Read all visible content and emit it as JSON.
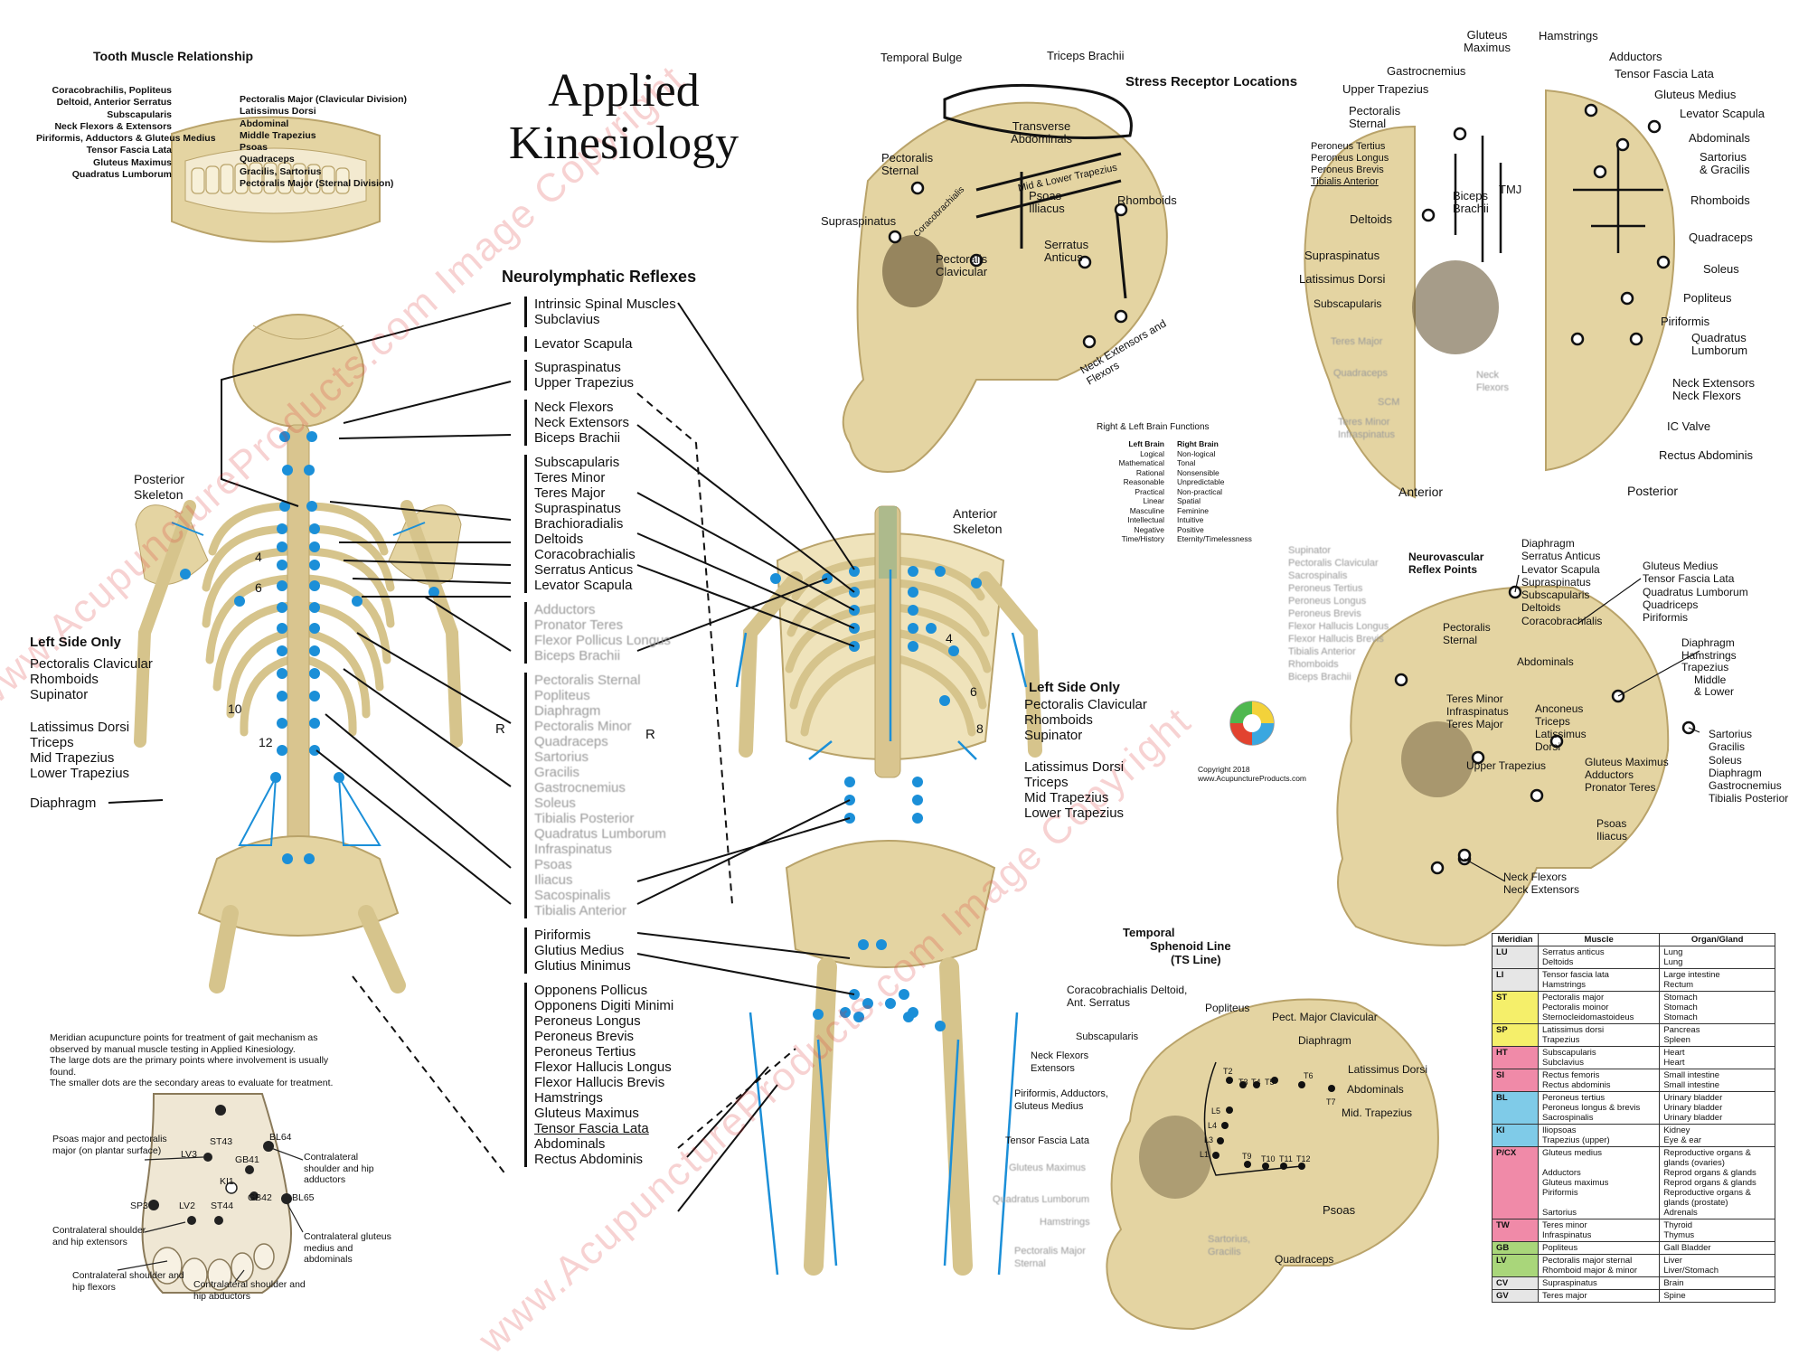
{
  "title": {
    "line1": "Applied",
    "line2": "Kinesiology"
  },
  "tooth": {
    "heading": "Tooth Muscle Relationship",
    "left_labels": [
      "Coracobrachilis, Popliteus",
      "Deltoid, Anterior Serratus",
      "Subscapularis",
      "Neck Flexors & Extensors",
      "Piriformis, Adductors & Gluteus Medius",
      "Tensor Fascia Lata",
      "Gluteus Maximus",
      "Quadratus Lumborum"
    ],
    "right_labels": [
      "Pectoralis Major (Clavicular Division)",
      "Latissimus Dorsi",
      "Abdominal",
      "Middle Trapezius",
      "Psoas",
      "Quadraceps",
      "Gracilis, Sartorius",
      "Pectoralis Major (Sternal Division)"
    ]
  },
  "neurolymphatic": {
    "heading": "Neurolymphatic Reflexes",
    "groups": [
      [
        "Intrinsic Spinal Muscles",
        "Subclavius"
      ],
      [
        "Levator Scapula"
      ],
      [
        "Supraspinatus",
        "Upper Trapezius"
      ],
      [
        "Neck Flexors",
        "Neck Extensors",
        "Biceps Brachii"
      ],
      [
        "Subscapularis",
        "Teres Minor",
        "Teres Major",
        "Supraspinatus",
        "Brachioradialis",
        "Deltoids",
        "Coracobrachialis",
        "Serratus Anticus",
        "Levator Scapula"
      ],
      [
        "Adductors",
        "Pronator Teres",
        "Flexor Pollicus Longus",
        "Biceps Brachii"
      ],
      [
        "Pectoralis Sternal",
        "Popliteus",
        "Diaphragm",
        "Pectoralis Minor",
        "Quadraceps",
        "Sartorius",
        "Gracilis",
        "Gastrocnemius",
        "Soleus",
        "Tibialis Posterior",
        "Quadratus Lumborum",
        "Infraspinatus",
        "Psoas",
        "Iliacus",
        "Sacospinalis",
        "Tibialis Anterior"
      ],
      [
        "Piriformis",
        "Glutius Medius",
        "Glutius Minimus"
      ],
      [
        "Opponens Pollicus",
        "Opponens Digiti Minimi",
        "Peroneus Longus",
        "Peroneus Brevis",
        "Peroneus Tertius",
        "Flexor Hallucis Longus",
        "Flexor Hallucis Brevis",
        "Hamstrings",
        "Gluteus Maximus",
        "Tensor Fascia Lata",
        "Abdominals",
        "Rectus Abdominis"
      ]
    ],
    "r_marker": "R"
  },
  "posterior_skeleton": {
    "label": "Posterior Skeleton",
    "rib_numbers": [
      "4",
      "6",
      "10",
      "12"
    ],
    "left_side_heading": "Left Side Only",
    "left_side_group1": [
      "Pectoralis Clavicular",
      "Rhomboids",
      "Supinator"
    ],
    "left_side_group2": [
      "Latissimus Dorsi",
      "Triceps",
      "Mid Trapezius",
      "Lower Trapezius"
    ],
    "diaphragm": "Diaphragm"
  },
  "anterior_skeleton": {
    "label": "Anterior Skeleton",
    "rib_numbers": [
      "4",
      "6",
      "8"
    ],
    "left_side_heading": "Left Side Only",
    "left_side_group1": [
      "Pectoralis Clavicular",
      "Rhomboids",
      "Supinator"
    ],
    "left_side_group2": [
      "Latissimus Dorsi",
      "Triceps",
      "Mid Trapezius",
      "Lower Trapezius"
    ]
  },
  "stress_receptor": {
    "heading": "Stress Receptor Locations",
    "labels": [
      "Temporal Bulge",
      "Triceps Brachii",
      "Transverse Abdominals",
      "Pectoralis Sternal",
      "Mid & Lower Trapezius",
      "Coracobrachialis",
      "Psoas Illiacus",
      "Rhomboids",
      "Supraspinatus",
      "Pectoralis Clavicular",
      "Serratus Anticus",
      "Neck Extensors and Flexors"
    ]
  },
  "brain_functions": {
    "heading": "Right & Left Brain Functions",
    "left_heading": "Left Brain",
    "right_heading": "Right Brain",
    "left": [
      "Logical",
      "Mathematical",
      "Rational",
      "Reasonable",
      "Practical",
      "Linear",
      "Masculine",
      "Intellectual",
      "Negative",
      "Time/History"
    ],
    "right": [
      "Non-logical",
      "Tonal",
      "Nonsensible",
      "Unpredictable",
      "Non-practical",
      "Spatial",
      "Feminine",
      "Intuitive",
      "Positive",
      "Eternity/Timelessness"
    ]
  },
  "copyright": {
    "line1": "Copyright 2018",
    "line2": "www.AcupunctureProducts.com"
  },
  "anterior_skull": {
    "label": "Anterior",
    "labels": [
      "Gluteus Maximus",
      "Gastrocnemius",
      "Upper Trapezius",
      "Pectoralis Sternal",
      "Peroneus Tertius",
      "Peroneus Longus",
      "Peroneus Brevis",
      "Tibialis Anterior",
      "Biceps Brachii",
      "TMJ",
      "Deltoids",
      "Supraspinatus",
      "Latissimus Dorsi",
      "Subscapularis",
      "Teres Major",
      "Quadraceps",
      "Neck Flexors",
      "SCM",
      "Teres Minor Infraspinatus"
    ]
  },
  "posterior_skull": {
    "label": "Posterior",
    "labels": [
      "Hamstrings",
      "Adductors",
      "Tensor Fascia Lata",
      "Gluteus Medius",
      "Levator Scapula",
      "Abdominals",
      "Sartorius & Gracilis",
      "Rhomboids",
      "Quadraceps",
      "Soleus",
      "Popliteus",
      "Piriformis",
      "Quadratus Lumborum",
      "Neck Extensors Neck Flexors",
      "IC Valve",
      "Rectus Abdominis"
    ]
  },
  "neurovascular": {
    "heading": "Neurovascular Reflex Points",
    "gray_list": [
      "Supinator",
      "Pectoralis Clavicular",
      "Sacrospinalis",
      "Peroneus Tertius",
      "Peroneus Longus",
      "Peroneus Brevis",
      "Flexor Hallucis Longus",
      "Flexor Hallucis Brevis",
      "Tibialis Anterior",
      "Rhomboids",
      "Biceps Brachii"
    ],
    "top_list": [
      "Diaphragm",
      "Serratus Anticus",
      "Levator Scapula",
      "Supraspinatus",
      "Subscapularis",
      "Deltoids",
      "Coracobrachialis"
    ],
    "right_top": [
      "Gluteus Medius",
      "Tensor Fascia Lata",
      "Quadratus Lumborum",
      "Quadriceps",
      "Piriformis"
    ],
    "right_mid": [
      "Diaphragm",
      "Hamstrings",
      "Trapezius",
      "Middle",
      "& Lower"
    ],
    "right_low": [
      "Sartorius",
      "Gracilis",
      "Soleus",
      "Diaphragm",
      "Gastrocnemius",
      "Tibialis Posterior"
    ],
    "inner": [
      "Pectoralis Sternal",
      "Abdominals",
      "Teres Minor Infraspinatus Teres Major",
      "Anconeus Triceps Latissimus Dorsi",
      "Upper Trapezius",
      "Gluteus Maximus Adductors Pronator Teres",
      "Psoas Iliacus",
      "Neck Flexors Neck Extensors"
    ]
  },
  "ts_line": {
    "heading": [
      "Temporal",
      "Sphenoid Line",
      "(TS Line)"
    ],
    "labels": [
      "Coracobrachialis Deltoid, Ant. Serratus",
      "Popliteus",
      "Pect. Major Clavicular",
      "Diaphragm",
      "Latissimus Dorsi",
      "Abdominals",
      "Mid. Trapezius",
      "Subscapularis",
      "Neck Flexors Extensors",
      "Piriformis, Adductors, Gluteus Medius",
      "Tensor Fascia Lata",
      "Gluteus Maximus",
      "Quadratus Lumborum",
      "Hamstrings",
      "Pectoralis Major Sternal",
      "Sartorius, Gracilis",
      "Quadraceps",
      "Psoas"
    ],
    "vertebrae": [
      "T2",
      "T3",
      "T4",
      "T5",
      "T6",
      "T7",
      "L5",
      "L4",
      "L3",
      "L1",
      "T9",
      "T10",
      "T11",
      "T12"
    ]
  },
  "foot": {
    "text": [
      "Meridian acupuncture points for treatment of gait mechanism as",
      "observed by manual muscle testing in Applied Kinesiology.",
      "The large dots are the primary points where involvement is usually",
      "found.",
      "The smaller dots are the secondary areas to evaluate for treatment."
    ],
    "points": [
      "ST43",
      "BL64",
      "LV3",
      "GB41",
      "KI1",
      "GB42",
      "BL65",
      "SP3",
      "LV2",
      "ST44"
    ],
    "labels": [
      "Psoas major and pectoralis major (on plantar surface)",
      "Contralateral shoulder and hip adductors",
      "Contralateral shoulder and hip extensors",
      "Contralateral gluteus medius and abdominals",
      "Contralateral shoulder and hip flexors",
      "Contralateral shoulder and hip abductors"
    ]
  },
  "meridian_table": {
    "headers": [
      "Meridian",
      "Muscle",
      "Organ/Gland"
    ],
    "rows": [
      {
        "code": "LU",
        "color": "#e6e6e6",
        "muscle": "Serratus anticus\nDeltoids",
        "organ": "Lung\nLung"
      },
      {
        "code": "LI",
        "color": "#e6e6e6",
        "muscle": "Tensor fascia lata\nHamstrings",
        "organ": "Large intestine\nRectum"
      },
      {
        "code": "ST",
        "color": "#f5ef6a",
        "muscle": "Pectoralis major\nPectoralis moinor\nSternocleidomastoideus",
        "organ": "Stomach\nStomach\nStomach"
      },
      {
        "code": "SP",
        "color": "#f5ef6a",
        "muscle": "Latissimus dorsi\nTrapezius",
        "organ": "Pancreas\nSpleen"
      },
      {
        "code": "HT",
        "color": "#f08aa8",
        "muscle": "Subscapularis\nSubclavius",
        "organ": "Heart\nHeart"
      },
      {
        "code": "SI",
        "color": "#f08aa8",
        "muscle": "Rectus femoris\nRectus abdominis",
        "organ": "Small intestine\nSmall intestine"
      },
      {
        "code": "BL",
        "color": "#7fcbe8",
        "muscle": "Peroneus tertius\nPeroneus longus & brevis\nSacrospinalis",
        "organ": "Urinary bladder\nUrinary bladder\nUrinary bladder"
      },
      {
        "code": "KI",
        "color": "#7fcbe8",
        "muscle": "Iliopsoas\nTrapezius (upper)",
        "organ": "Kidney\nEye & ear"
      },
      {
        "code": "P/CX",
        "color": "#f08aa8",
        "muscle": "Gluteus medius\n\nAdductors\nGluteus maximus\nPiriformis\n\nSartorius",
        "organ": "Reproductive organs &\n  glands (ovaries)\nReprod organs & glands\nReprod organs & glands\nReproductive organs &\n  glands (prostate)\nAdrenals"
      },
      {
        "code": "TW",
        "color": "#f08aa8",
        "muscle": "Teres minor\nInfraspinatus",
        "organ": "Thyroid\nThymus"
      },
      {
        "code": "GB",
        "color": "#a9d67a",
        "muscle": "Popliteus",
        "organ": "Gall Bladder"
      },
      {
        "code": "LV",
        "color": "#a9d67a",
        "muscle": "Pectoralis major sternal\nRhomboid major & minor",
        "organ": "Liver\nLiver/Stomach"
      },
      {
        "code": "CV",
        "color": "#e6e6e6",
        "muscle": "Supraspinatus",
        "organ": "Brain"
      },
      {
        "code": "GV",
        "color": "#e6e6e6",
        "muscle": "Teres major",
        "organ": "Spine"
      }
    ]
  },
  "watermark": "www.AcupunctureProducts.com Image Copyright",
  "colors": {
    "bone": "#e4d4a2",
    "bone_dark": "#b9a36a",
    "dot": "#1b8fd8",
    "line": "#111111",
    "cartilage": "#9ab58a"
  }
}
